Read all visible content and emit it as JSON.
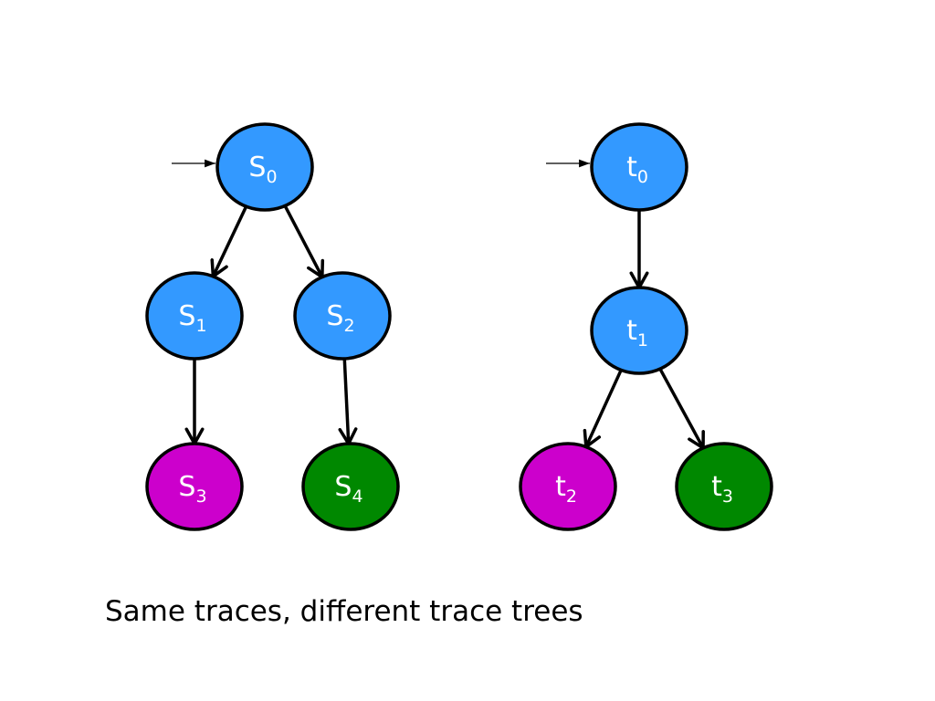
{
  "colors": {
    "state_blue": "#3399ff",
    "state_magenta": "#cc00cc",
    "state_green": "#008800",
    "outline": "#000000"
  },
  "left_tree": {
    "nodes": [
      {
        "id": "s0",
        "base": "S",
        "sub": "0",
        "color": "state_blue",
        "initial": true
      },
      {
        "id": "s1",
        "base": "S",
        "sub": "1",
        "color": "state_blue"
      },
      {
        "id": "s2",
        "base": "S",
        "sub": "2",
        "color": "state_blue"
      },
      {
        "id": "s3",
        "base": "S",
        "sub": "3",
        "color": "state_magenta"
      },
      {
        "id": "s4",
        "base": "S",
        "sub": "4",
        "color": "state_green"
      }
    ],
    "edges": [
      [
        "s0",
        "s1"
      ],
      [
        "s0",
        "s2"
      ],
      [
        "s1",
        "s3"
      ],
      [
        "s2",
        "s4"
      ]
    ]
  },
  "right_tree": {
    "nodes": [
      {
        "id": "t0",
        "base": "t",
        "sub": "0",
        "color": "state_blue",
        "initial": true
      },
      {
        "id": "t1",
        "base": "t",
        "sub": "1",
        "color": "state_blue"
      },
      {
        "id": "t2",
        "base": "t",
        "sub": "2",
        "color": "state_magenta"
      },
      {
        "id": "t3",
        "base": "t",
        "sub": "3",
        "color": "state_green"
      }
    ],
    "edges": [
      [
        "t0",
        "t1"
      ],
      [
        "t1",
        "t2"
      ],
      [
        "t1",
        "t3"
      ]
    ]
  },
  "caption": "Same traces, different trace trees"
}
